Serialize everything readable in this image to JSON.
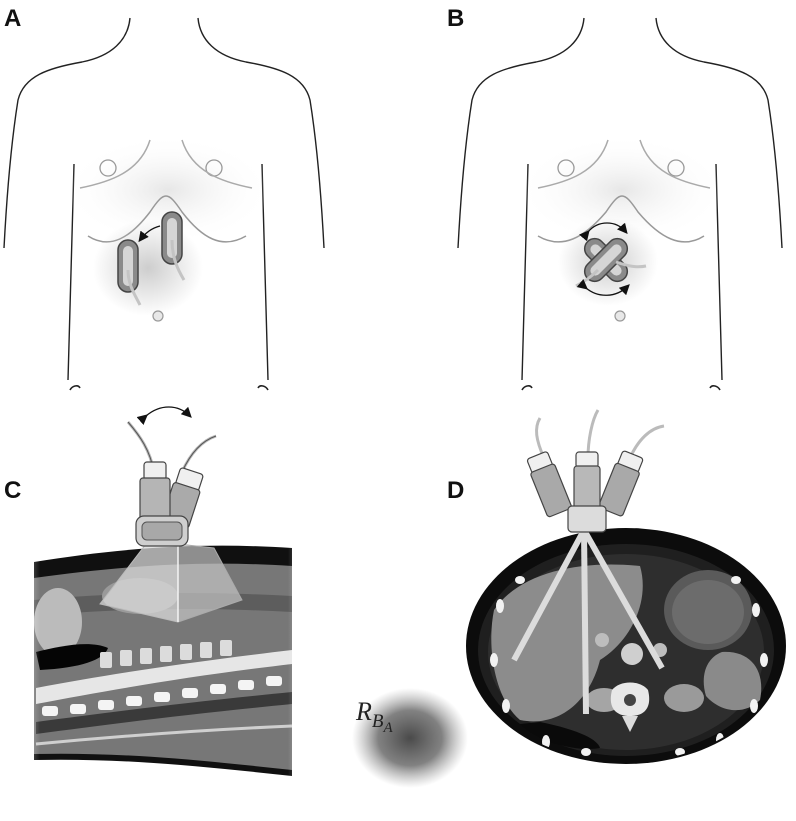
{
  "panels": {
    "a": {
      "letter": "A"
    },
    "b": {
      "letter": "B"
    },
    "c": {
      "letter": "C"
    },
    "d": {
      "letter": "D"
    }
  },
  "label": {
    "base": "R",
    "sub": "B",
    "subsub": "A"
  },
  "colors": {
    "outline": "#222222",
    "probe_fill": "#8a8a8a",
    "probe_shell": "#c8c8c8",
    "ct_background": "#101010",
    "ct_tissue": "#7a7a7a",
    "bone": "#f2f2f2",
    "beam": "#d8d8d8"
  }
}
